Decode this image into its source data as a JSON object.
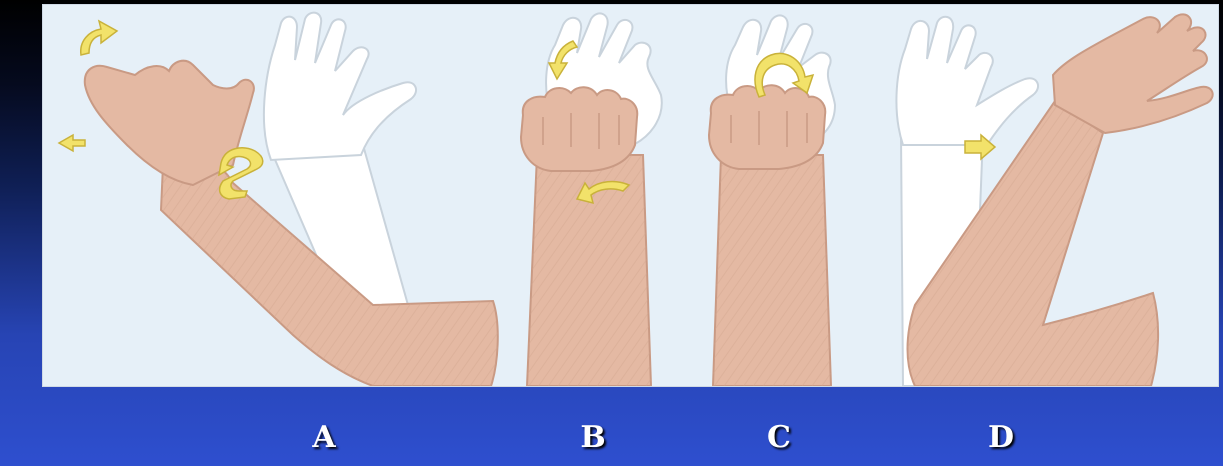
{
  "labels": [
    "A",
    "B",
    "C",
    "D"
  ],
  "colors": {
    "background_top": "#000000",
    "background_bottom": "#2e4fcf",
    "panel": "#e6f0f8",
    "skin": "#e4b9a3",
    "skin_outline": "#c99a84",
    "ghost_hand": "#ffffff",
    "ghost_outline": "#c9d3dc",
    "arrow_fill": "#f2e26a",
    "arrow_stroke": "#c9b23a"
  }
}
